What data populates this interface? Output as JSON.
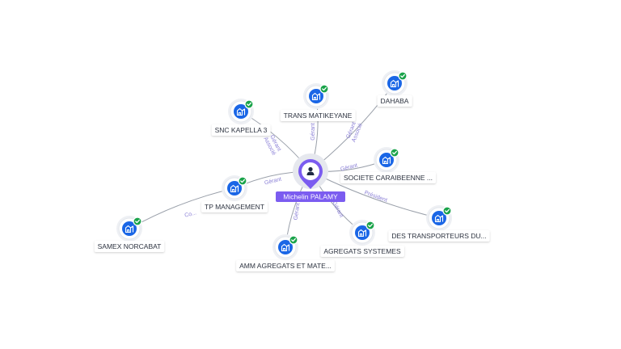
{
  "center": {
    "label": "Michelin PALAMY",
    "icon": "person-icon"
  },
  "companies": [
    {
      "id": "trans-matikeyane",
      "label": "TRANS MATIKEYANE",
      "icon": "building-icon",
      "verified": true
    },
    {
      "id": "dahaba",
      "label": "DAHABA",
      "icon": "building-icon",
      "verified": true
    },
    {
      "id": "snc-kapella-3",
      "label": "SNC KAPELLA 3",
      "icon": "building-icon",
      "verified": true
    },
    {
      "id": "societe-caraibeenne",
      "label": "SOCIETE CARAIBEENNE ...",
      "icon": "building-icon",
      "verified": true
    },
    {
      "id": "tp-management",
      "label": "TP MANAGEMENT",
      "icon": "building-icon",
      "verified": true
    },
    {
      "id": "samex-norcabat",
      "label": "SAMEX NORCABAT",
      "icon": "building-icon",
      "verified": true
    },
    {
      "id": "des-transporteurs",
      "label": "DES TRANSPORTEURS DU...",
      "icon": "building-icon",
      "verified": true
    },
    {
      "id": "agregats-systemes",
      "label": "AGREGATS SYSTEMES",
      "icon": "building-icon",
      "verified": true
    },
    {
      "id": "amm-agregats",
      "label": "AMM AGREGATS ET MATE...",
      "icon": "building-icon",
      "verified": true
    }
  ],
  "edges": [
    {
      "from": "center",
      "to": "trans-matikeyane",
      "label": "Gérant"
    },
    {
      "from": "center",
      "to": "dahaba",
      "label": "Gérant\nAssocié"
    },
    {
      "from": "center",
      "to": "snc-kapella-3",
      "label": "Gérant\nAssocié"
    },
    {
      "from": "center",
      "to": "societe-caraibeenne",
      "label": "Gérant"
    },
    {
      "from": "center",
      "to": "tp-management",
      "label": "Gérant"
    },
    {
      "from": "tp-management",
      "to": "samex-norcabat",
      "label": "Co..."
    },
    {
      "from": "center",
      "to": "des-transporteurs",
      "label": "Président"
    },
    {
      "from": "center",
      "to": "agregats-systemes",
      "label": "Gérant"
    },
    {
      "from": "center",
      "to": "amm-agregats",
      "label": "Gérant"
    }
  ],
  "colors": {
    "accent": "#7b5cf0",
    "company_icon": "#1a66e6",
    "verified_badge": "#1aa34a",
    "edge_label": "#8a7fd6"
  }
}
